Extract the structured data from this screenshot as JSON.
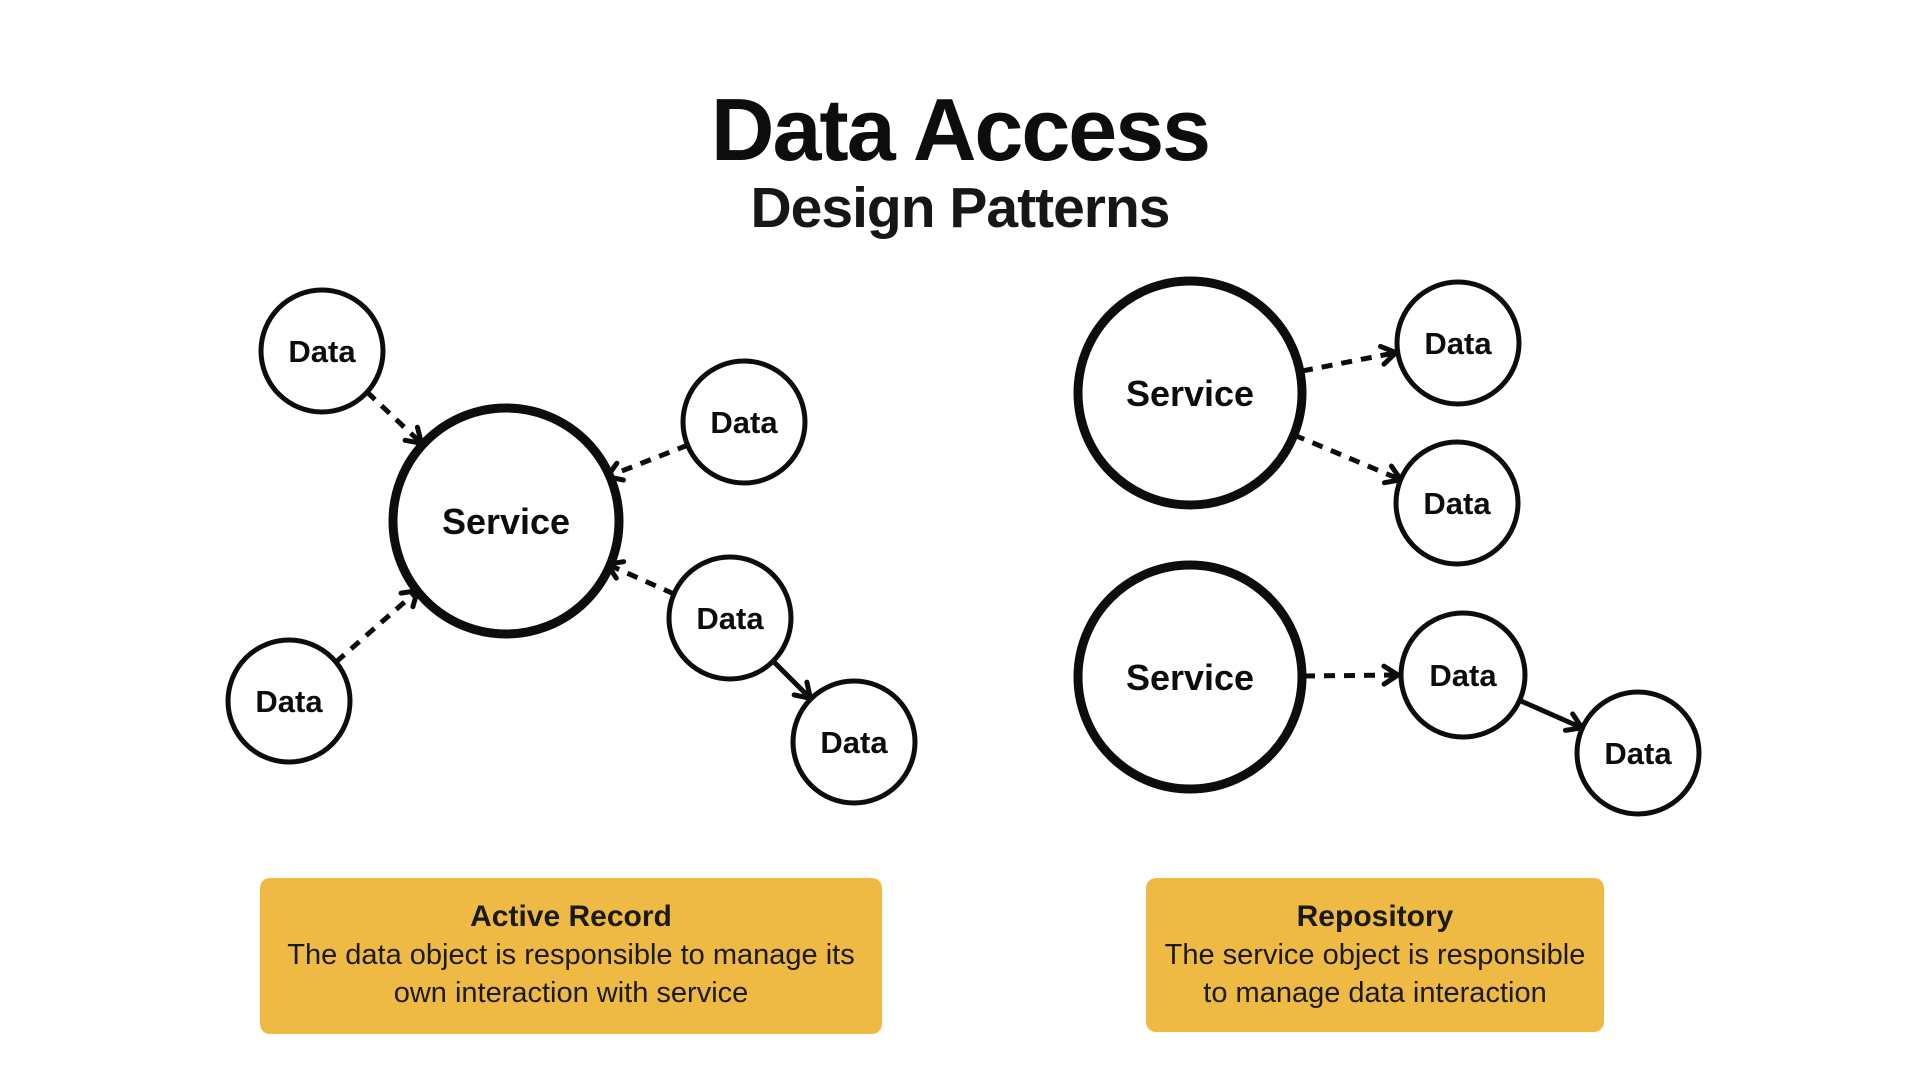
{
  "page": {
    "background_color": "#ffffff",
    "ink_color": "#0d0d0d",
    "accent_color": "#EEBA43"
  },
  "header": {
    "title": "Data Access",
    "subtitle": "Design Patterns"
  },
  "labels": {
    "service": "Service",
    "data": "Data"
  },
  "patterns": [
    {
      "name": "Active Record",
      "description_lines": [
        "The data object is responsible to manage its",
        "own interaction with service"
      ]
    },
    {
      "name": "Repository",
      "description_lines": [
        "The service object is responsible",
        "to manage data interaction"
      ]
    }
  ]
}
